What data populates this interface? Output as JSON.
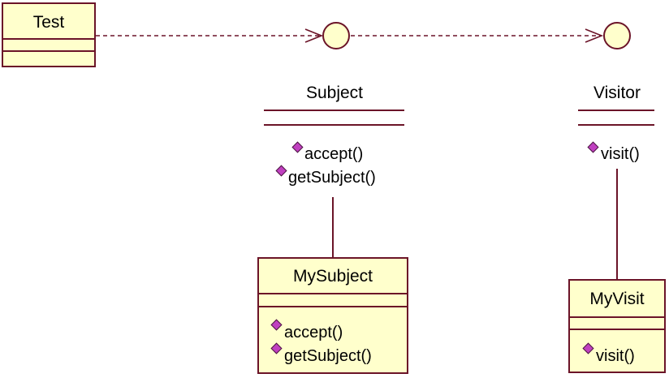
{
  "diagram": {
    "colors": {
      "line": "#6b1428",
      "class_fill": "#ffffcc",
      "operation_icon": "#c040c0"
    },
    "test_class": {
      "name": "Test"
    },
    "subject_interface": {
      "name": "Subject",
      "operations": [
        "accept()",
        "getSubject()"
      ]
    },
    "visitor_interface": {
      "name": "Visitor",
      "operations": [
        "visit()"
      ]
    },
    "mysubject_class": {
      "name": "MySubject",
      "operations": [
        "accept()",
        "getSubject()"
      ]
    },
    "myvisit_class": {
      "name": "MyVisit",
      "operations": [
        "visit()"
      ]
    }
  }
}
